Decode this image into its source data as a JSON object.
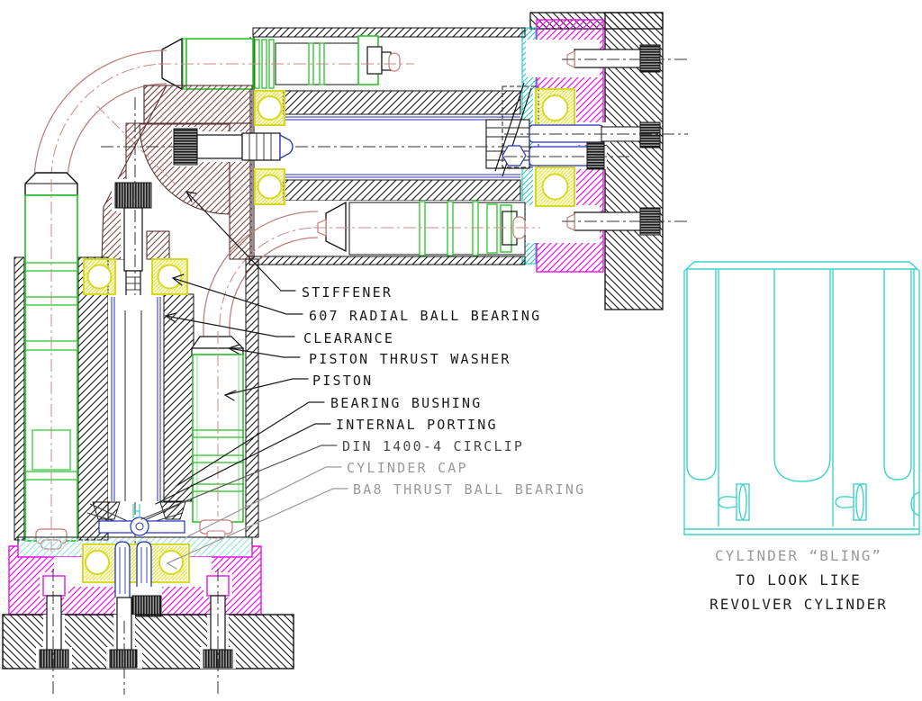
{
  "drawing": {
    "kind": "CAD cross-section assembly drawing",
    "callouts": [
      {
        "id": 0,
        "text": "STIFFENER",
        "color": "#1a1a1a"
      },
      {
        "id": 1,
        "text": "607 RADIAL BALL BEARING",
        "color": "#1a1a1a"
      },
      {
        "id": 2,
        "text": "CLEARANCE",
        "color": "#1a1a1a"
      },
      {
        "id": 3,
        "text": "PISTON THRUST WASHER",
        "color": "#1a1a1a"
      },
      {
        "id": 4,
        "text": "PISTON",
        "color": "#1a1a1a"
      },
      {
        "id": 5,
        "text": "BEARING BUSHING",
        "color": "#1a1a1a"
      },
      {
        "id": 6,
        "text": "INTERNAL PORTING",
        "color": "#1a1a1a"
      },
      {
        "id": 7,
        "text": "DIN 1400-4 CIRCLIP",
        "color": "#4a4a4a"
      },
      {
        "id": 8,
        "text": "CYLINDER CAP",
        "color": "#9a9a9a"
      },
      {
        "id": 9,
        "text": "BA8 THRUST BALL BEARING",
        "color": "#9a9a9a"
      }
    ],
    "side_note": {
      "line1": "CYLINDER “BLING”",
      "line2": "TO LOOK LIKE",
      "line3": "REVOLVER CYLINDER"
    },
    "palette": {
      "hatch_black": "#151515",
      "hatch_brown": "#7a4545",
      "magenta": "#e813e8",
      "cyan_strip": "#2cc9c9",
      "pale_cyan": "#a8e6e6",
      "bearing_yellow": "#d9d925",
      "fitting_green": "#2bc42b",
      "pipe_red": "#c08080",
      "centerline_pink": "#cc8888",
      "detail_blue": "#2233bb",
      "sketch_cyan": "#3dd4c9",
      "gray_text": "#9a9a9a"
    }
  }
}
